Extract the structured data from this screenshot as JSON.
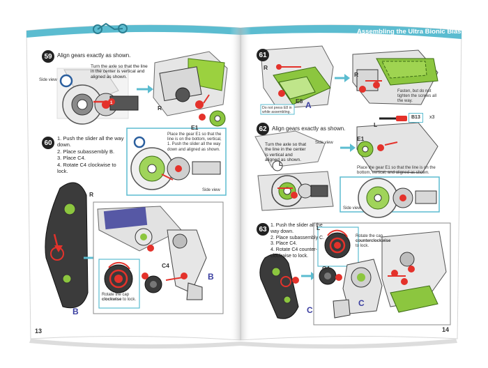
{
  "header": {
    "title": "Assembling the Ultra Bionic Blaster"
  },
  "pages": {
    "left": "13",
    "right": "14"
  },
  "step59": {
    "number": "59",
    "title": "Align gears exactly as shown.",
    "instruction": "Turn the axle so that the line in the center is vertical and aligned as shown.",
    "side_view_label": "Side view",
    "part_label": "E1",
    "r_label": "R",
    "callout": "Place the gear E1 so that the line is on the bottom, vertical, 1. Push the slider all the way down and aligned as shown.",
    "side_view_label2": "Side view"
  },
  "step60": {
    "number": "60",
    "items": [
      "1. Push the slider all the way down.",
      "2. Place subassembly B.",
      "3. Place C4.",
      "4. Rotate C4 clockwise to lock."
    ],
    "r_label": "R",
    "letter_b": "B",
    "letter_b2": "B",
    "c4_label": "C4",
    "rotate_note_1": "Rotate the cap",
    "rotate_note_2": "clockwise",
    "rotate_note_3": "to lock."
  },
  "step61": {
    "number": "61",
    "r_label": "R",
    "r_label2": "R",
    "e8_label": "E8",
    "letter_a": "A",
    "note": "Do not press E8 in while assembling.",
    "fasten_note": "Fasten, but do not tighten the screws all the way.",
    "b13_label": "B13",
    "b13_count": "x3"
  },
  "step62": {
    "number": "62",
    "title": "Align gears exactly as shown.",
    "instruction": "Turn the axle so that the line in the center is vertical and aligned as shown.",
    "side_view_label": "Side view",
    "l_label": "L",
    "l_label2": "L",
    "part_label": "E1",
    "callout": "Place the gear E1 so that the line is on the bottom, vertical, and aligned as shown.",
    "side_view_label2": "Side view"
  },
  "step63": {
    "number": "63",
    "items": [
      "1. Push the slider all the way down.",
      "2. Place subassembly C.",
      "3. Place C4.",
      "4. Rotate C4 counter-clockwise to lock."
    ],
    "l_label": "L",
    "letter_c": "C",
    "letter_c2": "C",
    "c4_label": "C4",
    "rotate_note_1": "Rotate the cap",
    "rotate_note_2": "counterclockwise",
    "rotate_note_3": "to lock."
  },
  "colors": {
    "teal": "#5bbcd0",
    "green": "#8cc63f",
    "red": "#e4322b",
    "dark": "#2b2b2b",
    "purple": "#3b3fa0"
  }
}
